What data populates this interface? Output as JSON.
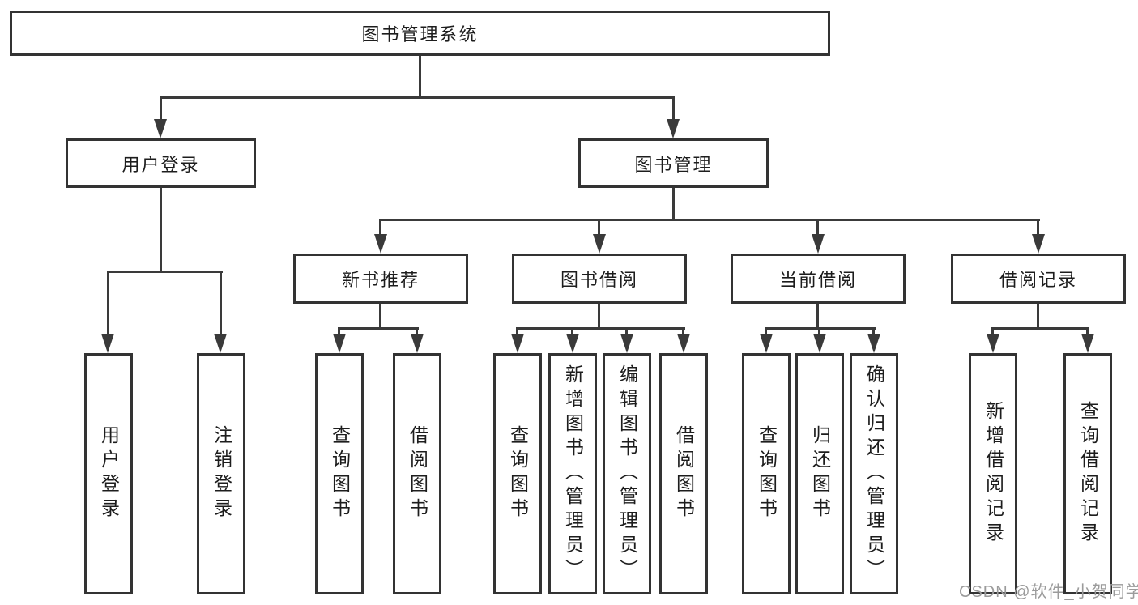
{
  "colors": {
    "background": "#ffffff",
    "box_border": "#333333",
    "connector_line": "#3a3a3a",
    "node_text": "#1d1d1d",
    "watermark_text": "#9b9b9b"
  },
  "tree": {
    "root": "图书管理系统",
    "login": {
      "label": "用户登录",
      "children": [
        "用户登录",
        "注销登录"
      ]
    },
    "management": {
      "label": "图书管理",
      "groups": [
        {
          "label": "新书推荐",
          "children": [
            "查询图书",
            "借阅图书"
          ]
        },
        {
          "label": "图书借阅",
          "children": [
            "查询图书",
            "新增图书（管理员）",
            "编辑图书（管理员）",
            "借阅图书"
          ]
        },
        {
          "label": "当前借阅",
          "children": [
            "查询图书",
            "归还图书",
            "确认归还（管理员）"
          ]
        },
        {
          "label": "借阅记录",
          "children": [
            "新增借阅记录",
            "查询借阅记录"
          ]
        }
      ]
    }
  },
  "watermark": {
    "text": "CSDN @软件_小贺同学"
  }
}
